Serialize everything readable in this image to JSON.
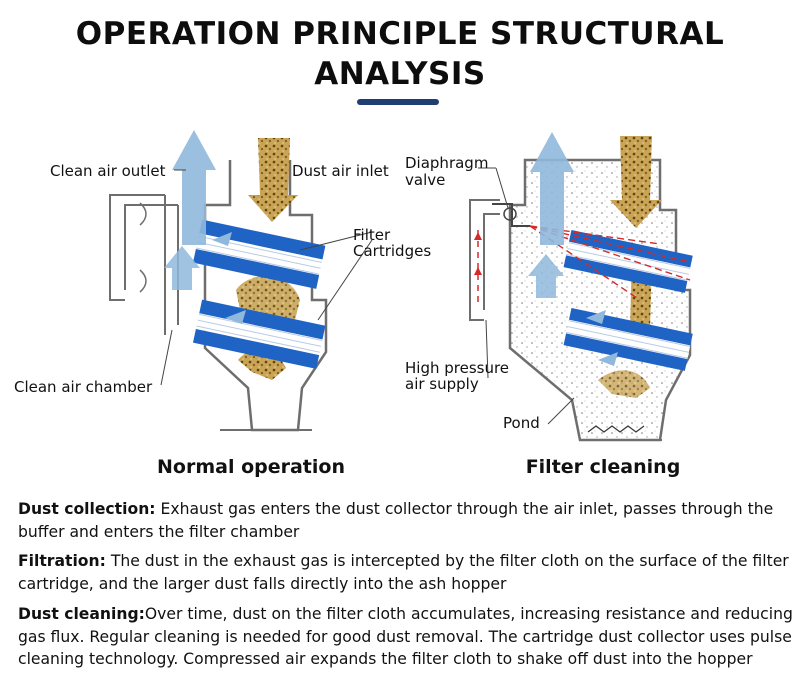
{
  "header": {
    "title_line1": "OPERATION PRINCIPLE STRUCTURAL",
    "title_line2": "ANALYSIS"
  },
  "left_diagram": {
    "caption": "Normal operation",
    "labels": {
      "clean_air_outlet": "Clean air outlet",
      "dust_air_inlet": "Dust air inlet",
      "filter_line1": "Filter",
      "filter_line2": "Cartridges",
      "clean_air_chamber": "Clean air chamber"
    }
  },
  "right_diagram": {
    "caption": "Filter cleaning",
    "labels": {
      "diaphragm_line1": "Diaphragm",
      "diaphragm_line2": "valve",
      "high_pressure_line1": "High pressure",
      "high_pressure_line2": "air supply",
      "pond": "Pond"
    }
  },
  "descriptions": [
    {
      "term": "Dust collection:",
      "text": " Exhaust gas enters the dust collector through the air inlet, passes through the buffer and enters the filter chamber"
    },
    {
      "term": "Filtration:",
      "text": " The dust in the exhaust gas is intercepted by the filter cloth on the surface of the filter cartridge, and the larger dust falls directly into the ash hopper"
    },
    {
      "term": "Dust cleaning:",
      "text": "Over time, dust on the filter cloth accumulates, increasing resistance and reducing gas flux. Regular cleaning is needed for good dust removal. The cartridge dust collector uses pulse cleaning technology. Compressed air expands the filter cloth to shake off dust into the hopper"
    }
  ],
  "colors": {
    "accent_bar": "#1f3f73",
    "cartridge_blue": "#1f63c4",
    "air_arrow": "#8fb8dc",
    "dust": "#b58f3c",
    "pulse_red": "#d42a2a"
  }
}
